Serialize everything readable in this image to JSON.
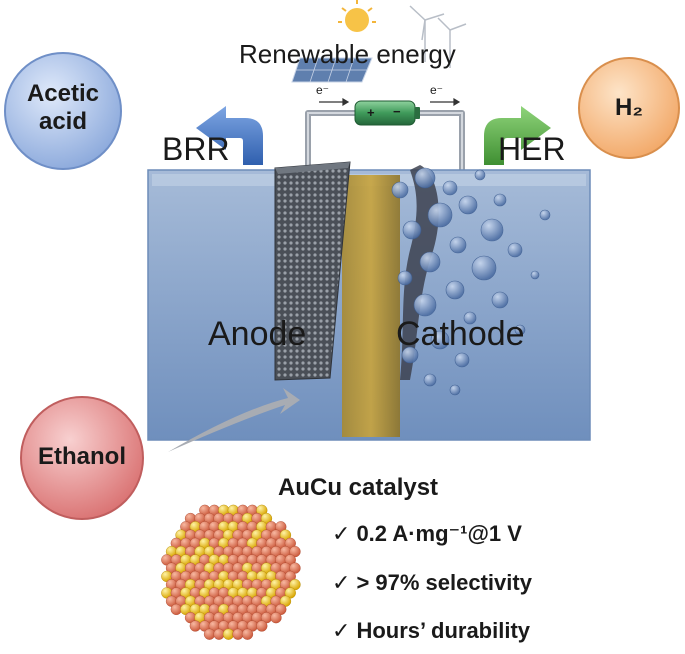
{
  "header": {
    "title": "Renewable energy"
  },
  "circuit": {
    "electron_left": "e⁻",
    "electron_right": "e⁻",
    "plus": "+",
    "minus": "−"
  },
  "reactions": {
    "anode_reaction": "BRR",
    "cathode_reaction": "HER"
  },
  "products": {
    "acetic_line1": "Acetic",
    "acetic_line2": "acid",
    "h2": "H₂"
  },
  "reactant": {
    "ethanol": "Ethanol"
  },
  "electrodes": {
    "anode": "Anode",
    "cathode": "Cathode"
  },
  "catalyst": {
    "title": "AuCu catalyst",
    "features": [
      "0.2 A·mg⁻¹@1 V",
      "> 97% selectivity",
      "Hours’ durability"
    ],
    "check_mark": "✓"
  },
  "colors": {
    "acetic_bubble": "#9fb8e4",
    "h2_bubble": "#f7bf8a",
    "ethanol_bubble": "#e48f8f",
    "tank_water": "#7f9dc5",
    "membrane": "#c9a43c",
    "arrow_blue": "#4a7dc8",
    "arrow_green": "#5fb04a",
    "battery": "#3f9a5a",
    "au_atom": "#f2c21e",
    "cu_atom": "#e57a5a"
  },
  "icons": [
    "sun-icon",
    "solar-panel-icon",
    "wind-turbine-icon",
    "battery-icon"
  ]
}
